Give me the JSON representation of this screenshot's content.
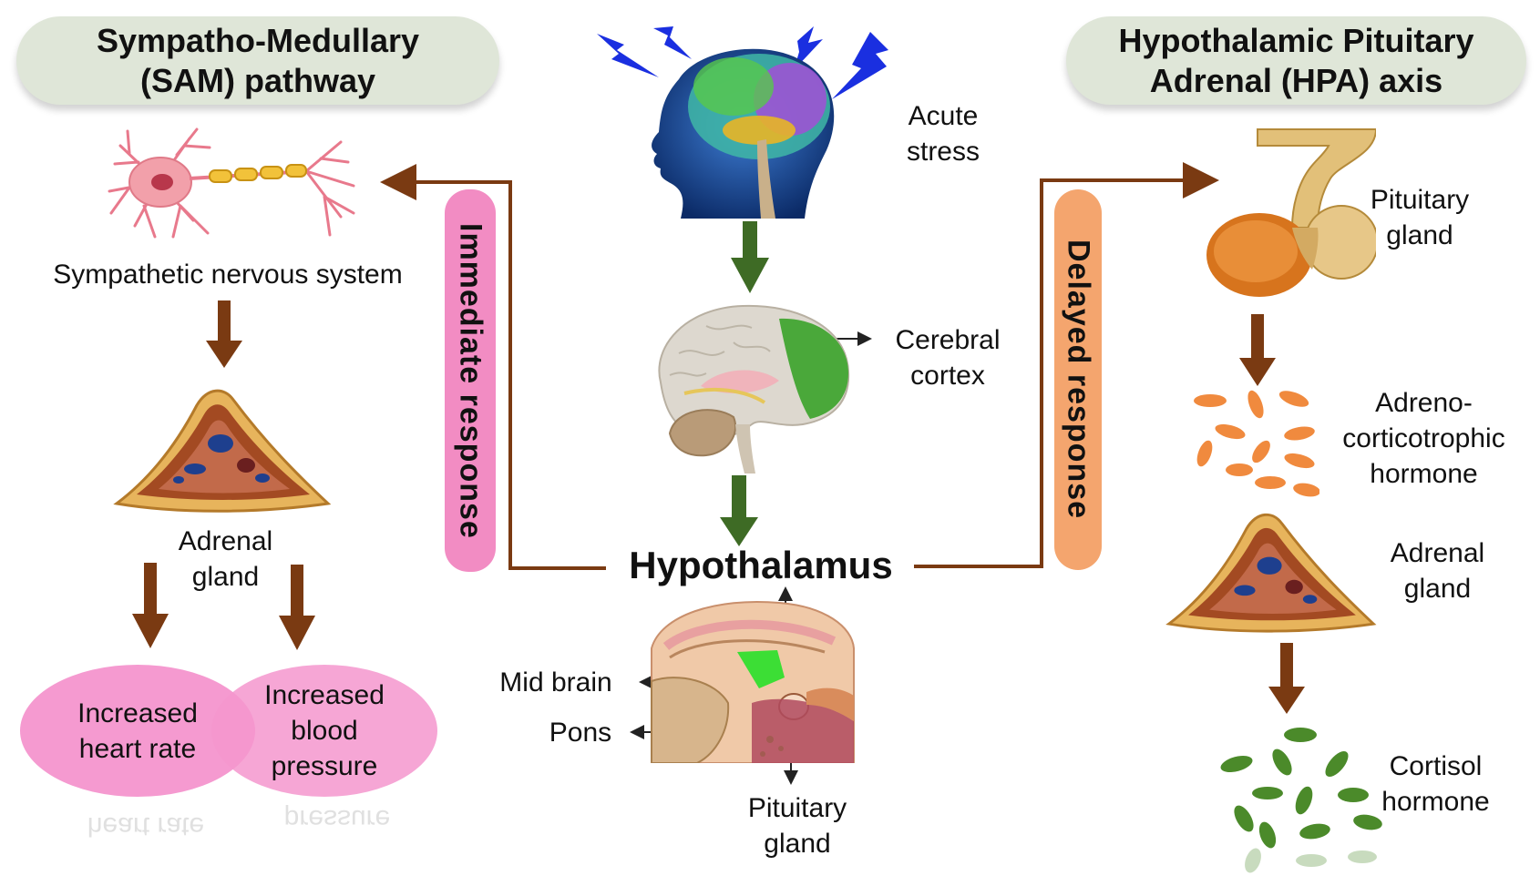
{
  "left": {
    "header": "Sympatho-Medullary\n(SAM) pathway",
    "neuron_label": "Sympathetic nervous system",
    "adrenal_label": "Adrenal\ngland",
    "effect_heart": "Increased\nheart rate",
    "effect_bp": "Increased\nblood\npressure",
    "reflection_heart": "heart rate",
    "reflection_bp": "pressure"
  },
  "right": {
    "header": "Hypothalamic Pituitary\nAdrenal (HPA) axis",
    "pituitary_label": "Pituitary\ngland",
    "acth_label": "Adreno-\ncorticotrophic\nhormone",
    "adrenal_label": "Adrenal\ngland",
    "cortisol_label": "Cortisol\nhormone"
  },
  "center": {
    "stress_label": "Acute\nstress",
    "cortex_label": "Cerebral\ncortex",
    "hypothalamus_label": "Hypothalamus",
    "midbrain_label": "Mid brain",
    "pons_label": "Pons",
    "pituitary_label": "Pituitary\ngland"
  },
  "bars": {
    "immediate": "Immediate response",
    "delayed": "Delayed response"
  },
  "colors": {
    "pathway_arrow": "#7a3a12",
    "stress_arrow": "#3e6b25",
    "immediate_bar": "#f28cc3",
    "delayed_bar": "#f4a56e",
    "ellipse_pink": "#f59ad0",
    "header_bg": "#dfe6d8",
    "acth_particles": "#f08a3e",
    "cortisol_particles": "#4b8a2a"
  }
}
